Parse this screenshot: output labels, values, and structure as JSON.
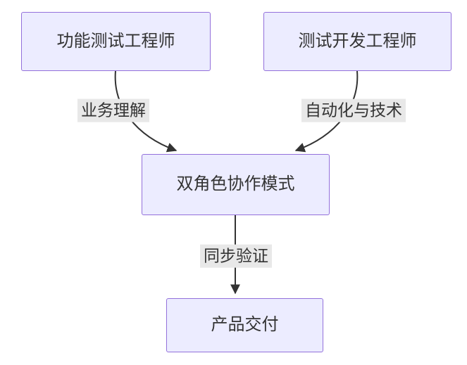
{
  "diagram": {
    "nodes": {
      "functional_tester": {
        "label": "功能测试工程师"
      },
      "test_dev_engineer": {
        "label": "测试开发工程师"
      },
      "collaboration_mode": {
        "label": "双角色协作模式"
      },
      "product_delivery": {
        "label": "产品交付"
      }
    },
    "edges": {
      "business_understanding": {
        "label": "业务理解",
        "from": "functional_tester",
        "to": "collaboration_mode"
      },
      "automation_tech": {
        "label": "自动化与技术",
        "from": "test_dev_engineer",
        "to": "collaboration_mode"
      },
      "sync_verification": {
        "label": "同步验证",
        "from": "collaboration_mode",
        "to": "product_delivery"
      }
    },
    "colors": {
      "node_fill": "#ECECFF",
      "node_border": "#9370DB",
      "edge_label_bg": "#e8e8e8",
      "arrow_color": "#333333",
      "text_color": "#333333",
      "background": "#ffffff"
    }
  }
}
